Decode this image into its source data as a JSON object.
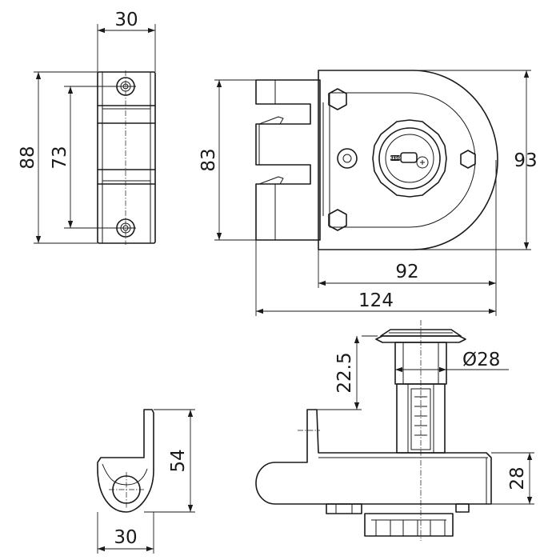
{
  "dimensions": {
    "clip_width_top": "30",
    "clip_height_outer": "88",
    "clip_hole_spacing": "73",
    "body_height": "83",
    "body_length": "124",
    "housing_width": "92",
    "housing_height": "93",
    "angle_height": "54",
    "angle_width": "30",
    "cylinder_projection": "22.5",
    "cylinder_diameter": "Ø28",
    "body_depth": "28"
  },
  "key_badge": "KESO",
  "colors": {
    "line": "#1a1a1a",
    "background": "#ffffff"
  }
}
